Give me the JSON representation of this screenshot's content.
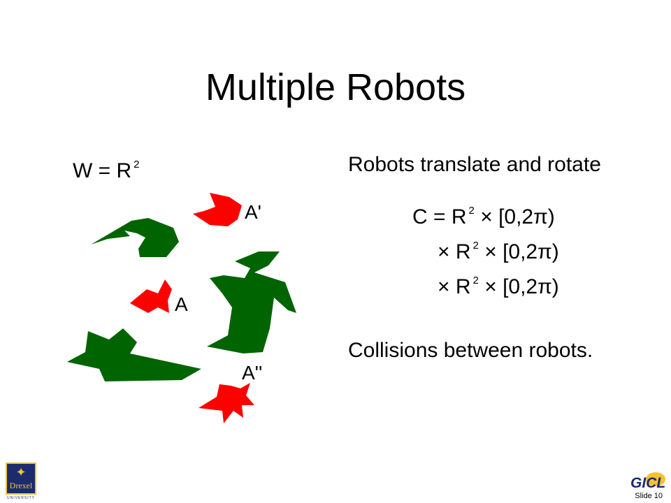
{
  "slide": {
    "title": "Multiple Robots",
    "workspace_formula": {
      "lhs": "W = R",
      "exp": "2"
    },
    "robot_labels": {
      "a": "A",
      "a_prime": "A'",
      "a_double_prime": "A''"
    },
    "bullets": [
      "Robots translate and rotate",
      "Collisions between robots."
    ],
    "config_space": {
      "line1": {
        "pre": "C = R",
        "exp": "2",
        "post": "× [0,2π)"
      },
      "line2": {
        "pre": "× R",
        "exp": "2",
        "post": "× [0,2π)"
      },
      "line3": {
        "pre": "× R",
        "exp": "2",
        "post": "× [0,2π)"
      }
    },
    "slide_number": "Slide 10"
  },
  "logos": {
    "drexel": {
      "mark": "✦",
      "name": "Drexel",
      "sub": "UNIVERSITY"
    },
    "gicl": {
      "text": "GICL"
    }
  },
  "colors": {
    "obstacle": "#006400",
    "robot": "#ff0000",
    "navy": "#1c2b6e",
    "gold": "#f2c230"
  }
}
